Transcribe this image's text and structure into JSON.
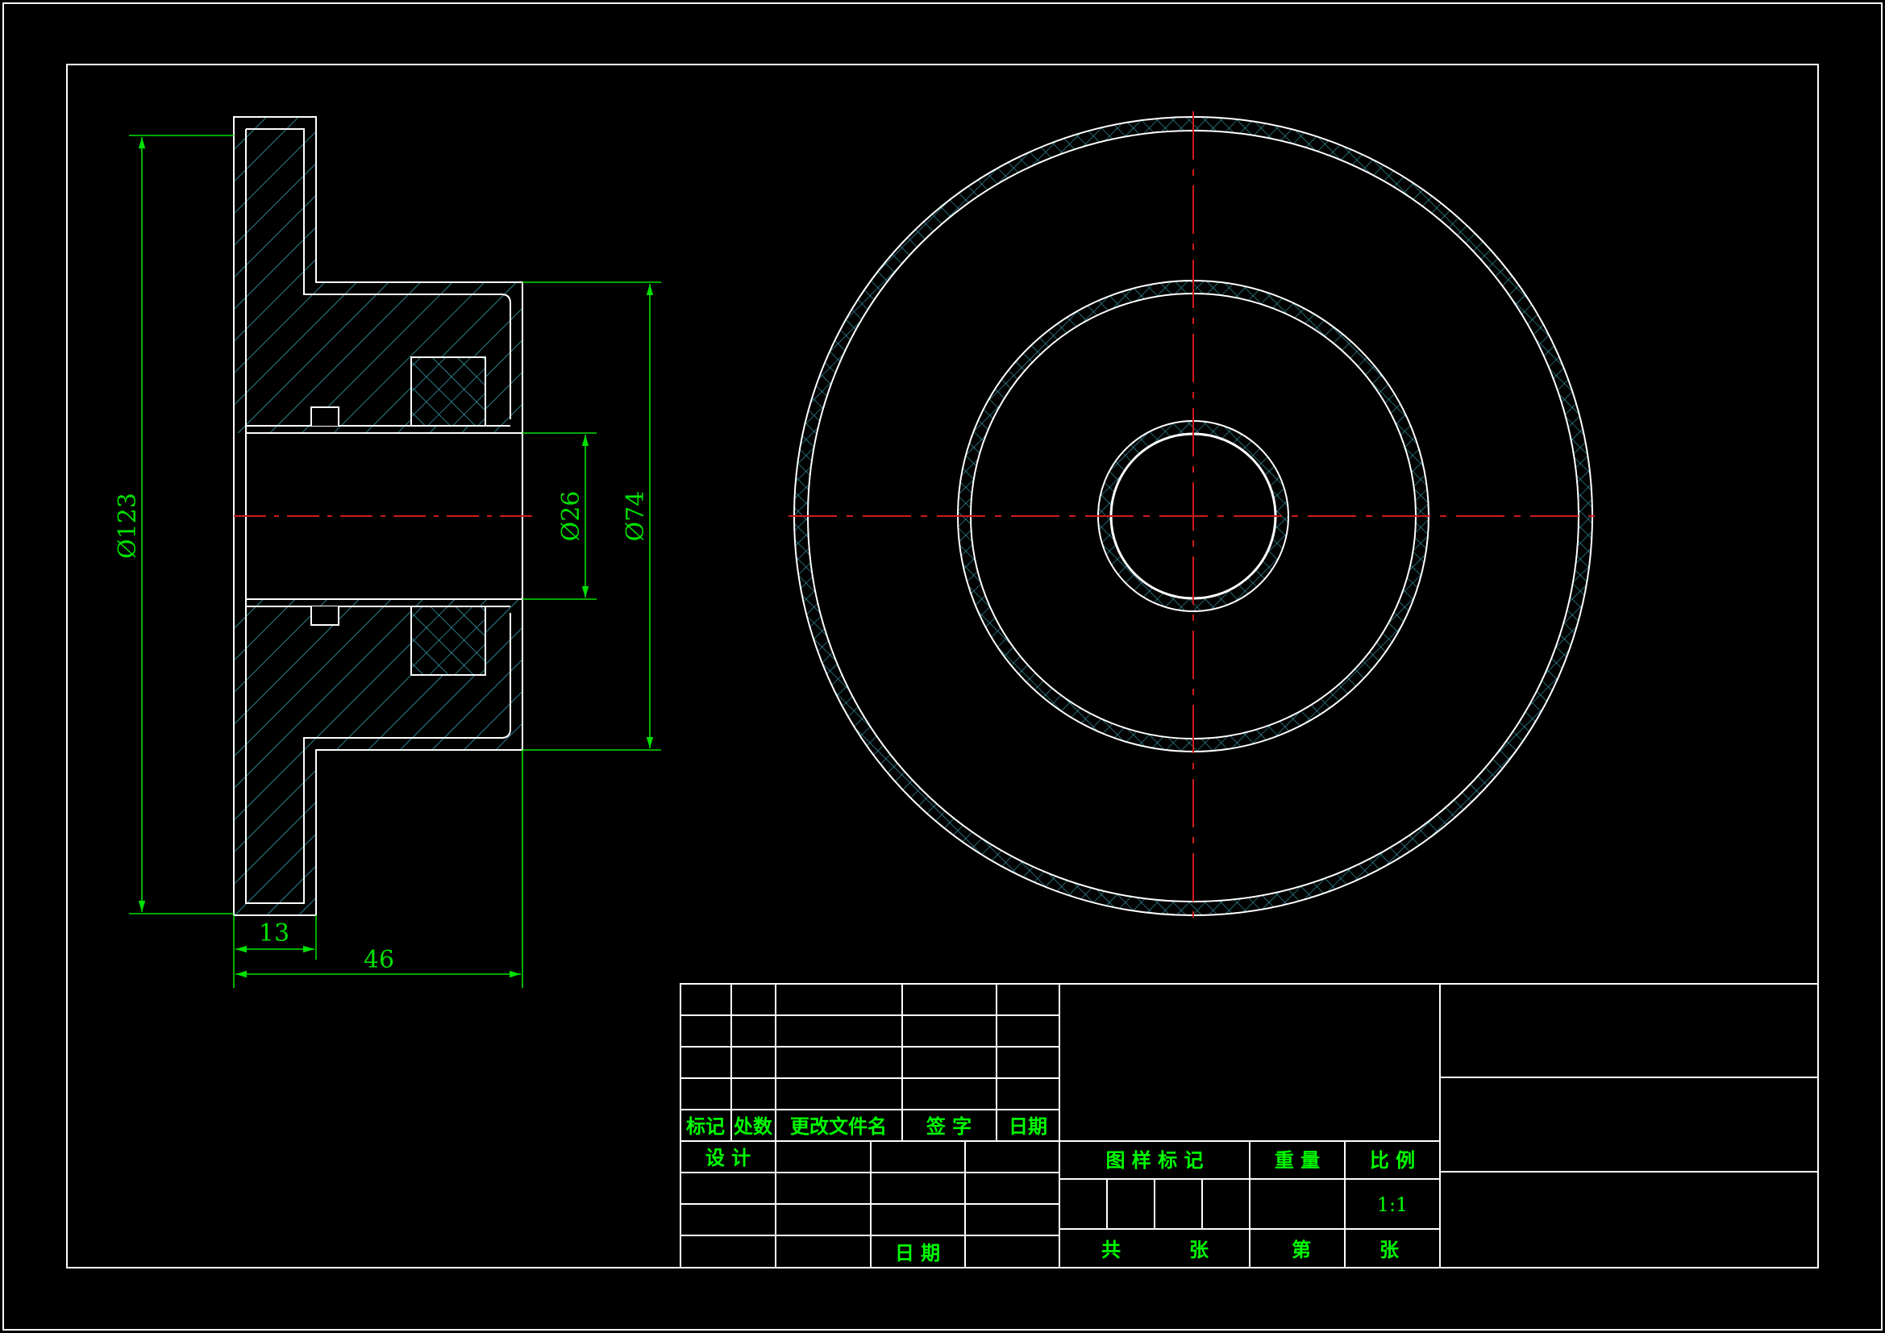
{
  "colors": {
    "background": "#000000",
    "outline": "#ffffff",
    "hatch": "#3aa5b5",
    "centerline": "#d01a1a",
    "dimension": "#00e000",
    "titleblock_text": "#00ff00"
  },
  "icons": {
    "section_view": "cad-section-view",
    "end_view": "cad-end-view"
  },
  "dimensions": {
    "flange_diameter": "Ø123",
    "hub_diameter": "Ø74",
    "bore_diameter": "Ø26",
    "flange_thickness": "13",
    "overall_length": "46"
  },
  "title_block": {
    "revision_headers": [
      "标记",
      "处数",
      "更改文件名",
      "签 字",
      "日期"
    ],
    "design_label": "设 计",
    "date_label": "日 期",
    "drawing_mark_label": "图 样 标 记",
    "weight_label": "重 量",
    "scale_label": "比 例",
    "scale_value": "1:1",
    "total_label": "共",
    "sheet_unit_1": "张",
    "number_label": "第",
    "sheet_unit_2": "张"
  }
}
